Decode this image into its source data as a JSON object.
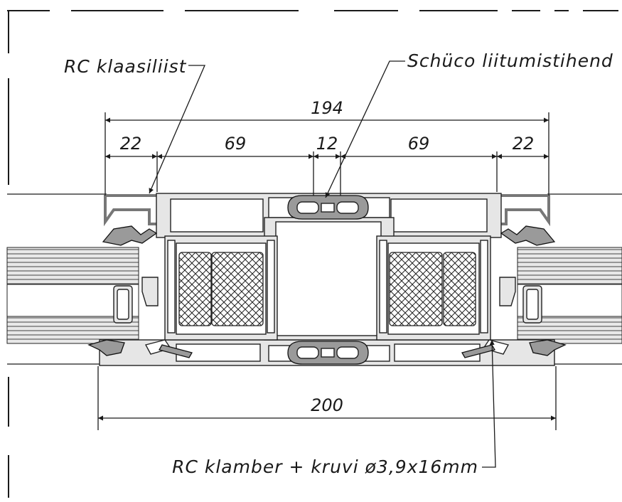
{
  "annotations": {
    "glazing_bead": "RC klaasiliist",
    "joint_seal": "Schüco liitumistihend",
    "clamp_screw": "RC klamber + kruvi ø3,9x16mm"
  },
  "dimensions": {
    "overall_top": "194",
    "seg_left_outer": "22",
    "seg_left_inner": "69",
    "seg_center": "12",
    "seg_right_inner": "69",
    "seg_right_outer": "22",
    "overall_bottom": "200"
  },
  "colors": {
    "line": "#1a1a1a",
    "profile_fill": "#e6e6e6",
    "gasket_fill": "#9a9a9a",
    "bead_stroke": "#777777"
  }
}
